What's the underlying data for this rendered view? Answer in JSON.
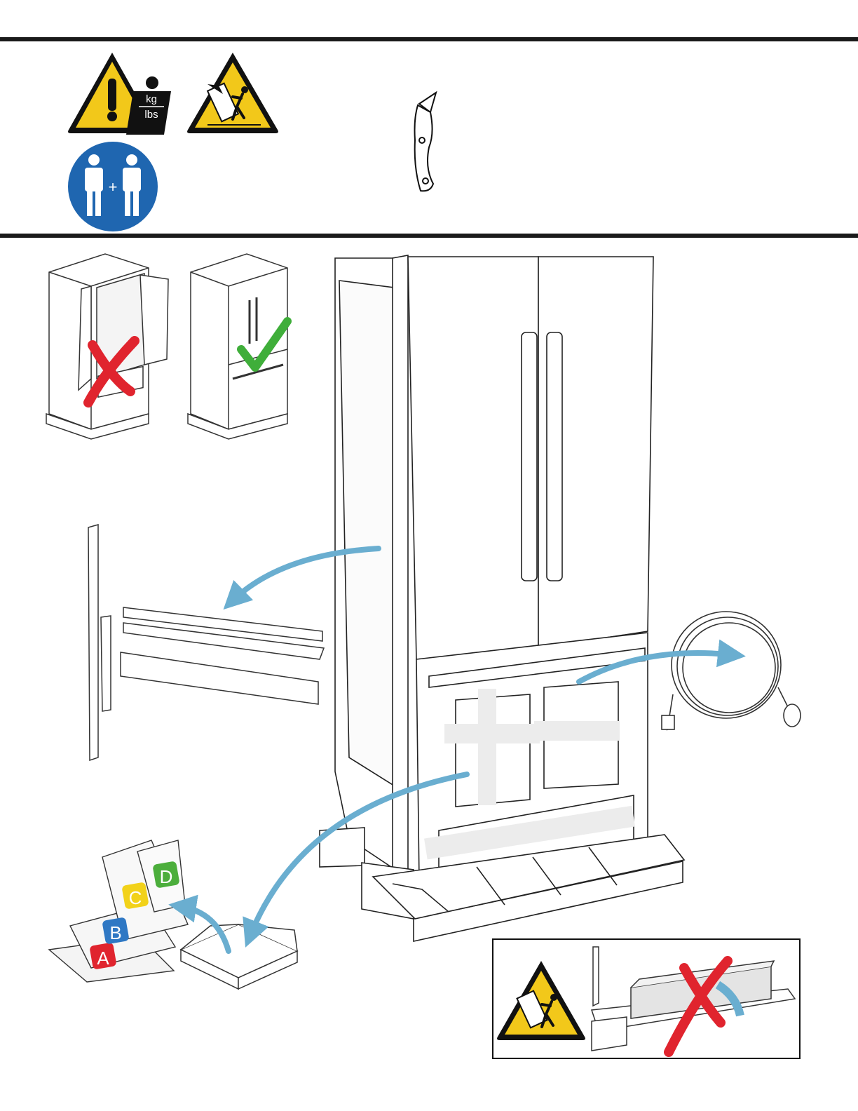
{
  "header_icons": {
    "weight_warning": {
      "icon": "weight-warning-icon",
      "unit_top": "kg",
      "unit_bottom": "lbs"
    },
    "tip_over_warning": {
      "icon": "tip-over-warning-icon"
    },
    "two_person": {
      "icon": "two-person-lift-icon",
      "symbol": "+"
    },
    "tool": {
      "icon": "utility-knife-icon"
    }
  },
  "diagram": {
    "packet_labels": [
      "A",
      "B",
      "C",
      "D"
    ],
    "colors": {
      "warning_yellow": "#f2c81a",
      "two_person_blue": "#1f66b0",
      "arrow_blue": "#6aaed0",
      "cross_red": "#e0242e",
      "check_green": "#3fae3a",
      "packet_a": "#e0242e",
      "packet_b": "#2f78c4",
      "packet_c": "#f2d21a",
      "packet_d": "#4cae3c"
    }
  }
}
